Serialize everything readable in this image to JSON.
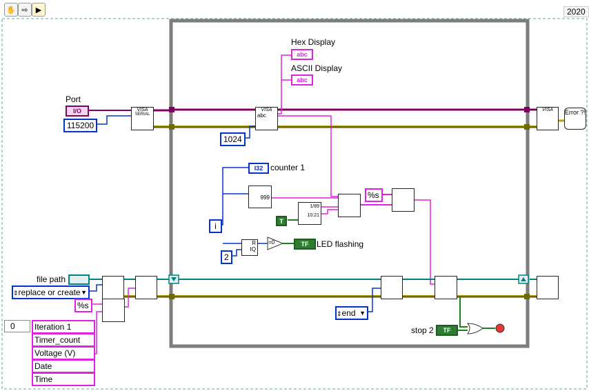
{
  "toolbar": {
    "year": "2020",
    "hand_icon": "hand-icon",
    "arrow_icon": "arrow-icon",
    "run_icon": "run-icon"
  },
  "labels": {
    "port": "Port",
    "baud": "115200",
    "bytes": "1024",
    "hex_display": "Hex Display",
    "ascii_display": "ASCII Display",
    "counter": "counter 1",
    "led": "LED flashing",
    "file_path": "file path",
    "mode": "replace or create",
    "format1": "%s",
    "format2": "%s",
    "i_const": "2",
    "end": "end",
    "stop": "stop 2",
    "i_term": "i",
    "array_index": "0",
    "io_tag": "I/O",
    "abc": "abc",
    "i32": "I32",
    "tf": "TF",
    "t_const": "T",
    "equal_zero": "=0",
    "error_label": "Error ?!",
    "visa": "VISA",
    "serial": "SERIAL",
    "num_999": "999",
    "time_1": "1/89",
    "time_2": "10:21",
    "div_r": "R",
    "div_iq": "IQ"
  },
  "array_items": [
    "Iteration 1",
    "Timer_count",
    "Voltage (V)",
    "Date",
    "Time"
  ],
  "colors": {
    "string_wire": "#e020e0",
    "numeric_wire": "#0033cc",
    "bool_wire": "#1b7f1b",
    "error_wire": "#b8a000",
    "visa_wire": "#800060",
    "loop_border": "#888888",
    "file_wire": "#008080"
  }
}
